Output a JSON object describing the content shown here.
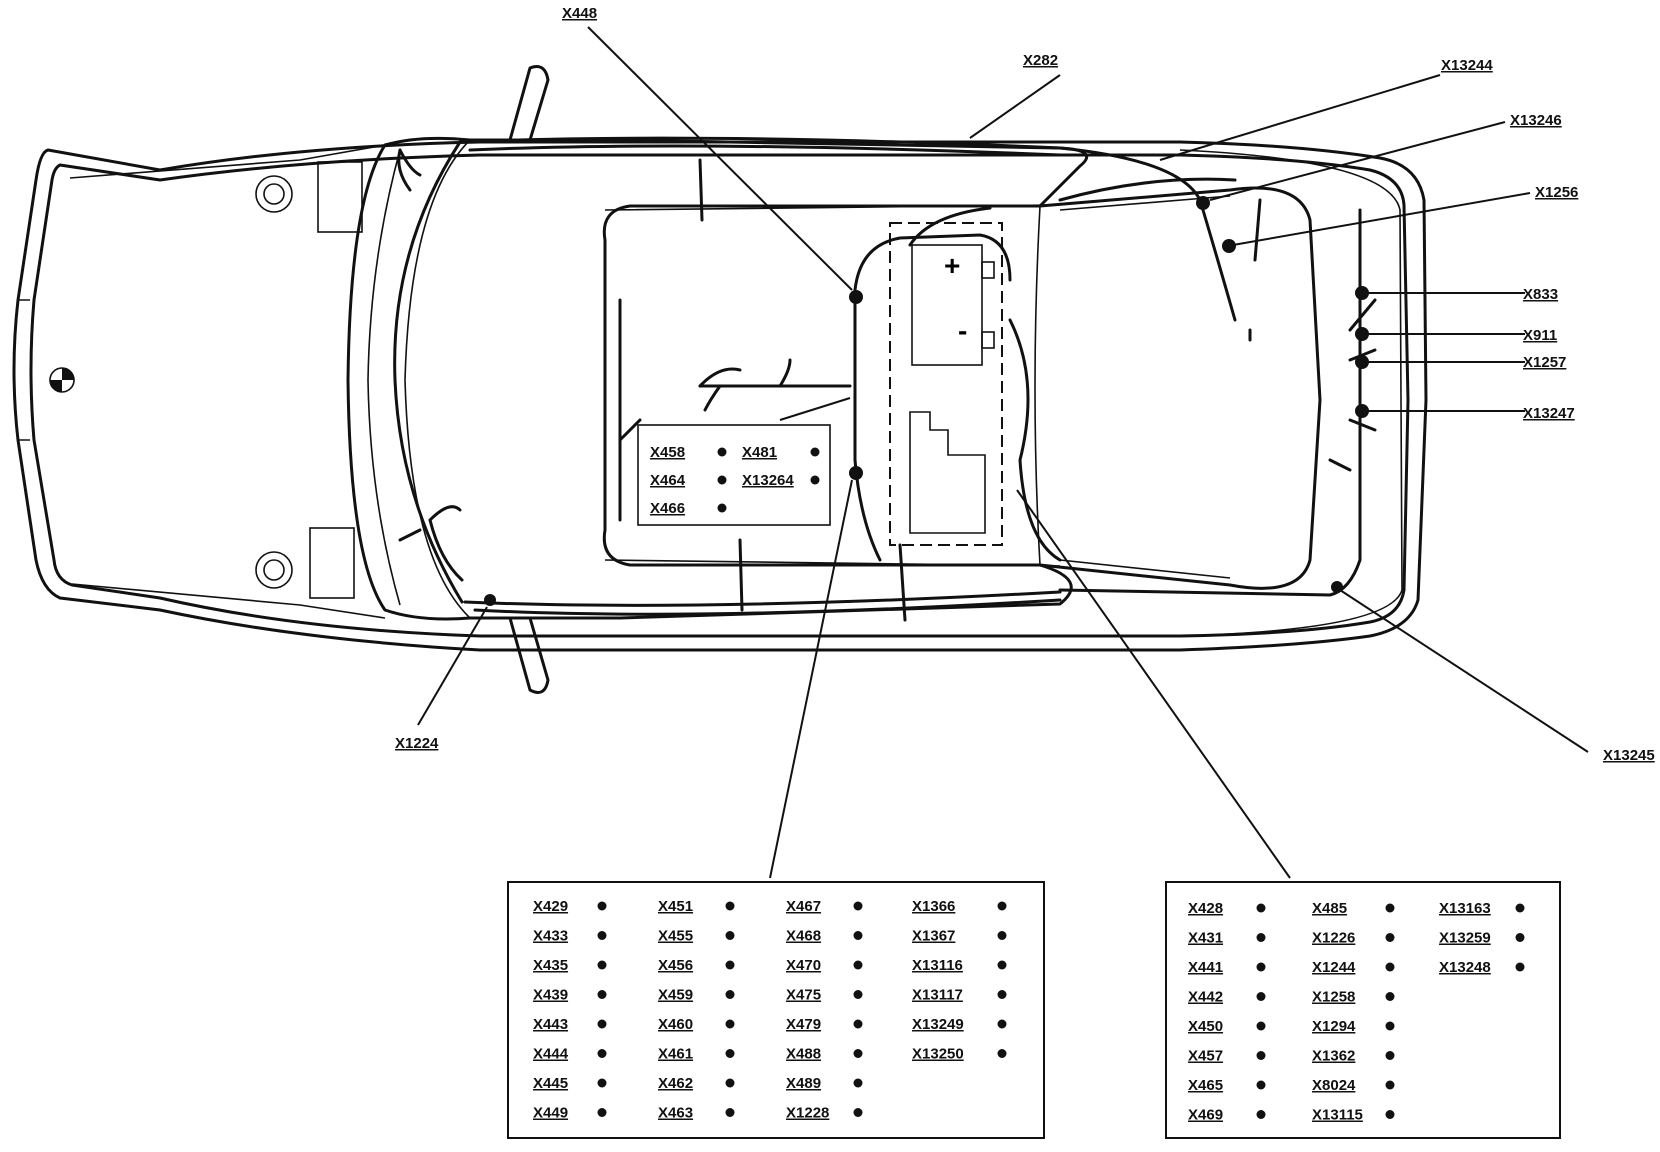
{
  "callouts": {
    "x448": "X448",
    "x282": "X282",
    "x13244": "X13244",
    "x13246": "X13246",
    "x1256": "X1256",
    "x833": "X833",
    "x911": "X911",
    "x1257": "X1257",
    "x13247": "X13247",
    "x1224": "X1224",
    "x13245": "X13245"
  },
  "small_box": {
    "col1": [
      "X458",
      "X464",
      "X466"
    ],
    "col2": [
      "X481",
      "X13264"
    ]
  },
  "box_left": {
    "col1": [
      "X429",
      "X433",
      "X435",
      "X439",
      "X443",
      "X444",
      "X445",
      "X449"
    ],
    "col2": [
      "X451",
      "X455",
      "X456",
      "X459",
      "X460",
      "X461",
      "X462",
      "X463"
    ],
    "col3": [
      "X467",
      "X468",
      "X470",
      "X475",
      "X479",
      "X488",
      "X489",
      "X1228"
    ],
    "col4": [
      "X1366",
      "X1367",
      "X13116",
      "X13117",
      "X13249",
      "X13250"
    ]
  },
  "box_right": {
    "col1": [
      "X428",
      "X431",
      "X441",
      "X442",
      "X450",
      "X457",
      "X465",
      "X469"
    ],
    "col2": [
      "X485",
      "X1226",
      "X1244",
      "X1258",
      "X1294",
      "X1362",
      "X8024",
      "X13115"
    ],
    "col3": [
      "X13163",
      "X13259",
      "X13248"
    ]
  },
  "battery": {
    "plus": "+",
    "minus": "-"
  }
}
